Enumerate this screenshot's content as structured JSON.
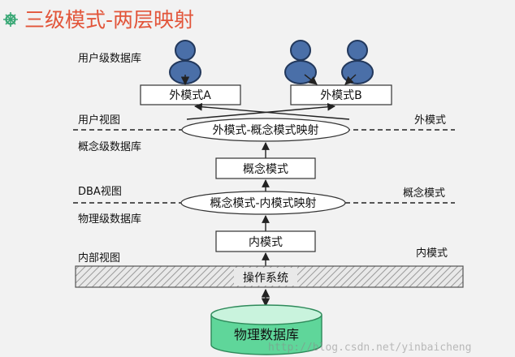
{
  "title": "三级模式-两层映射",
  "colors": {
    "title": "#e2553a",
    "bullet": "#3aa876",
    "user_fill": "#4a6fa8",
    "db_top": "#c9f3dd",
    "db_body": "#5fd69a"
  },
  "labels": {
    "user_db": "用户级数据库",
    "user_view": "用户视图",
    "conceptual_db": "概念级数据库",
    "dba_view": "DBA视图",
    "physical_db": "物理级数据库",
    "internal_view": "内部视图"
  },
  "right_labels": {
    "external": "外模式",
    "conceptual": "概念模式",
    "internal": "内模式"
  },
  "boxes": {
    "ext_a": "外模式A",
    "ext_b": "外模式B",
    "conceptual": "概念模式",
    "internal": "内模式",
    "os": "操作系统"
  },
  "mappings": {
    "ext_conc": "外模式-概念模式映射",
    "conc_int": "概念模式-内模式映射"
  },
  "database": "物理数据库",
  "watermark": "http://blog.csdn.net/yinbaicheng",
  "icons": [
    "user-icon",
    "user-icon",
    "user-icon"
  ]
}
